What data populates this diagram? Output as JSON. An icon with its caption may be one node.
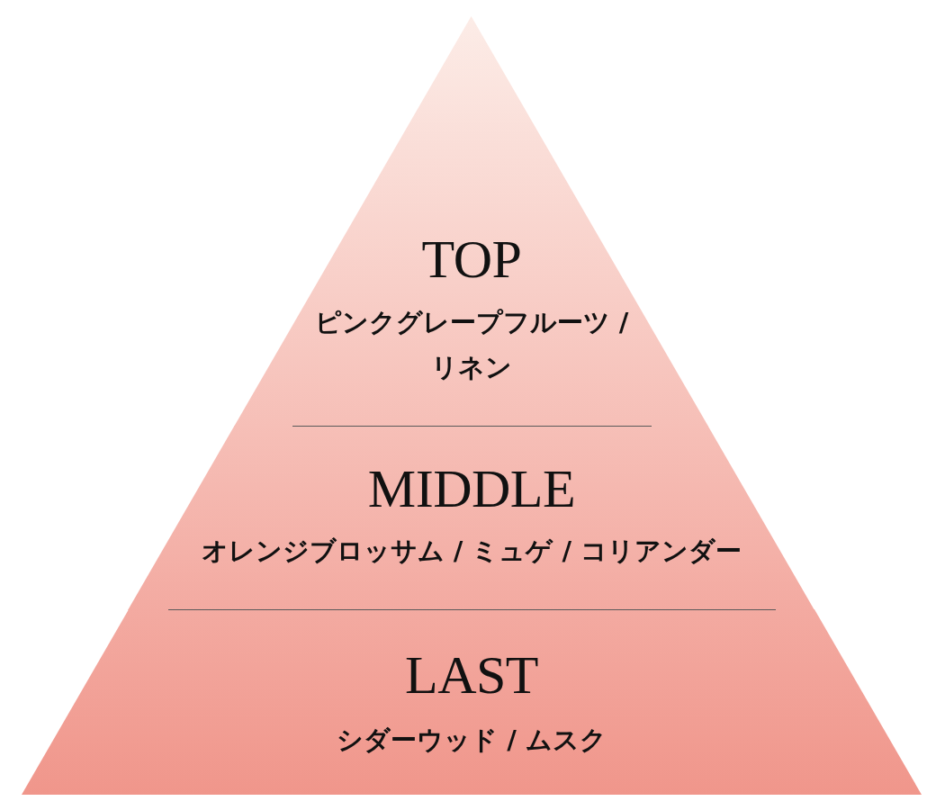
{
  "diagram": {
    "nodes": [
      {
        "text": [
          "TOP",
          "ピンクグレープフルーツ / リネン"
        ]
      },
      {
        "text": [
          "MIDDLE",
          "オレンジブロッサム / ミュゲ / コリアンダー"
        ]
      },
      {
        "text": [
          "LAST",
          "シダーウッド / ムスク"
        ]
      }
    ]
  }
}
